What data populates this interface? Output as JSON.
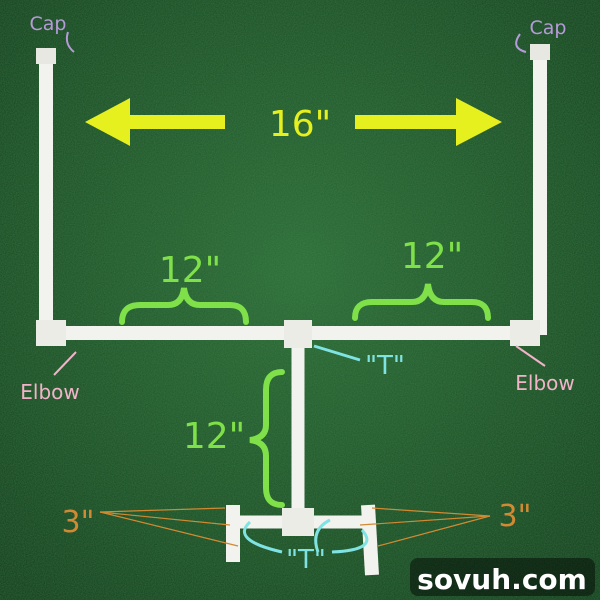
{
  "labels": {
    "width_top": "16\"",
    "crossbar_left": "12\"",
    "crossbar_right": "12\"",
    "stem": "12\"",
    "cap_left": "Cap",
    "cap_right": "Cap",
    "elbow_left": "Elbow",
    "elbow_right": "Elbow",
    "tee_top": "\"T\"",
    "tee_bottom": "\"T\"",
    "base_left": "3\"",
    "base_right": "3\""
  },
  "watermark": "sovuh.com",
  "colors": {
    "background": "#1d4f26",
    "pipe": "#f2f2ee",
    "arrow": "#e6f01e",
    "measure": "#7fe04a",
    "cap": "#b79ad9",
    "elbow": "#f2b3c9",
    "tee": "#7fe3e3",
    "base": "#d18a33"
  }
}
